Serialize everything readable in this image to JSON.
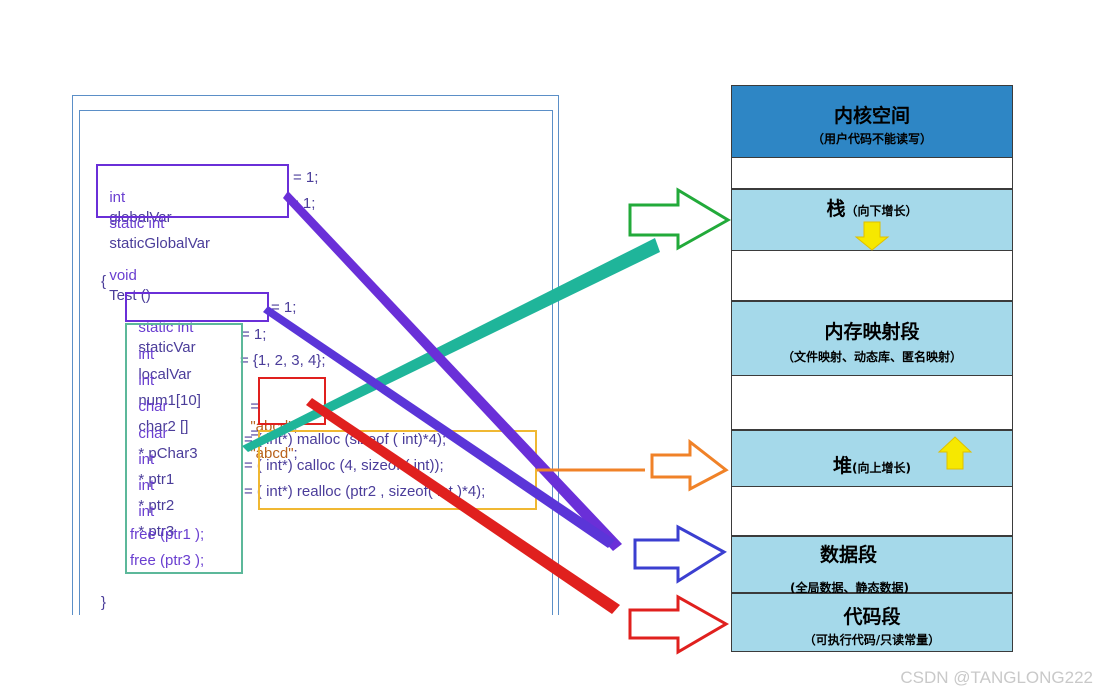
{
  "code": {
    "line1": {
      "kw": "int",
      "name": "globalVar",
      "val": "= 1;"
    },
    "line2": {
      "kw": "static int",
      "name": "staticGlobalVar",
      "val": "= 1;"
    },
    "line3": {
      "kw": "void",
      "name": "Test ()"
    },
    "brace_open": "{",
    "line4": {
      "kw": "static int",
      "name": "staticVar",
      "val": "= 1;"
    },
    "line5": {
      "kw": "int",
      "name": "localVar",
      "val": "= 1;"
    },
    "line6": {
      "kw": "int",
      "name": "num1[10]",
      "val": "= {1, 2, 3, 4};"
    },
    "line7": {
      "kw": "char",
      "name": "char2 []",
      "eq": "=",
      "str": "\"abcd\"",
      "end": ";"
    },
    "line8": {
      "kw": "char",
      "name": "* pChar3",
      "eq": "=",
      "str": "\"abcd\"",
      "end": ";"
    },
    "line9": {
      "kw": "int",
      "name": "* ptr1",
      "val": "= ( int*) malloc (sizeof ( int)*4);"
    },
    "line10": {
      "kw": "int",
      "name": "* ptr2",
      "val": "= ( int*) calloc (4, sizeof ( int));"
    },
    "line11": {
      "kw": "int",
      "name": "* ptr3",
      "val": "= ( int*) realloc (ptr2 , sizeof( int )*4);"
    },
    "line12": "free (ptr1 );",
    "line13": "free (ptr3 );",
    "brace_close": "}"
  },
  "segments": {
    "kernel": {
      "title": "内核空间",
      "sub": "（用户代码不能读写）"
    },
    "stack": {
      "title": "栈",
      "sub": "（向下增长）"
    },
    "mmap": {
      "title": "内存映射段",
      "sub": "（文件映射、动态库、匿名映射）"
    },
    "heap": {
      "title": "堆",
      "sub": "(向上增长)"
    },
    "data": {
      "title": "数据段",
      "sub": "(全局数据、静态数据)"
    },
    "code": {
      "title": "代码段",
      "sub": "（可执行代码/只读常量）"
    }
  },
  "colors": {
    "kernel_fill": "#2e86c5",
    "segment_fill": "#a5d9ea",
    "arrow_green": "#22aa3a",
    "arrow_teal": "#1fb59a",
    "arrow_blue": "#3b3fd0",
    "arrow_purple": "#6a2fd8",
    "arrow_orange": "#f08228",
    "arrow_red": "#e0201e",
    "box_purple": "#6a2fd8",
    "box_teal": "#5cb89a",
    "box_red": "#e0201e",
    "box_yellow": "#f0b832",
    "growth_arrow": "#f6e800"
  },
  "watermark": "CSDN @TANGLONG222"
}
